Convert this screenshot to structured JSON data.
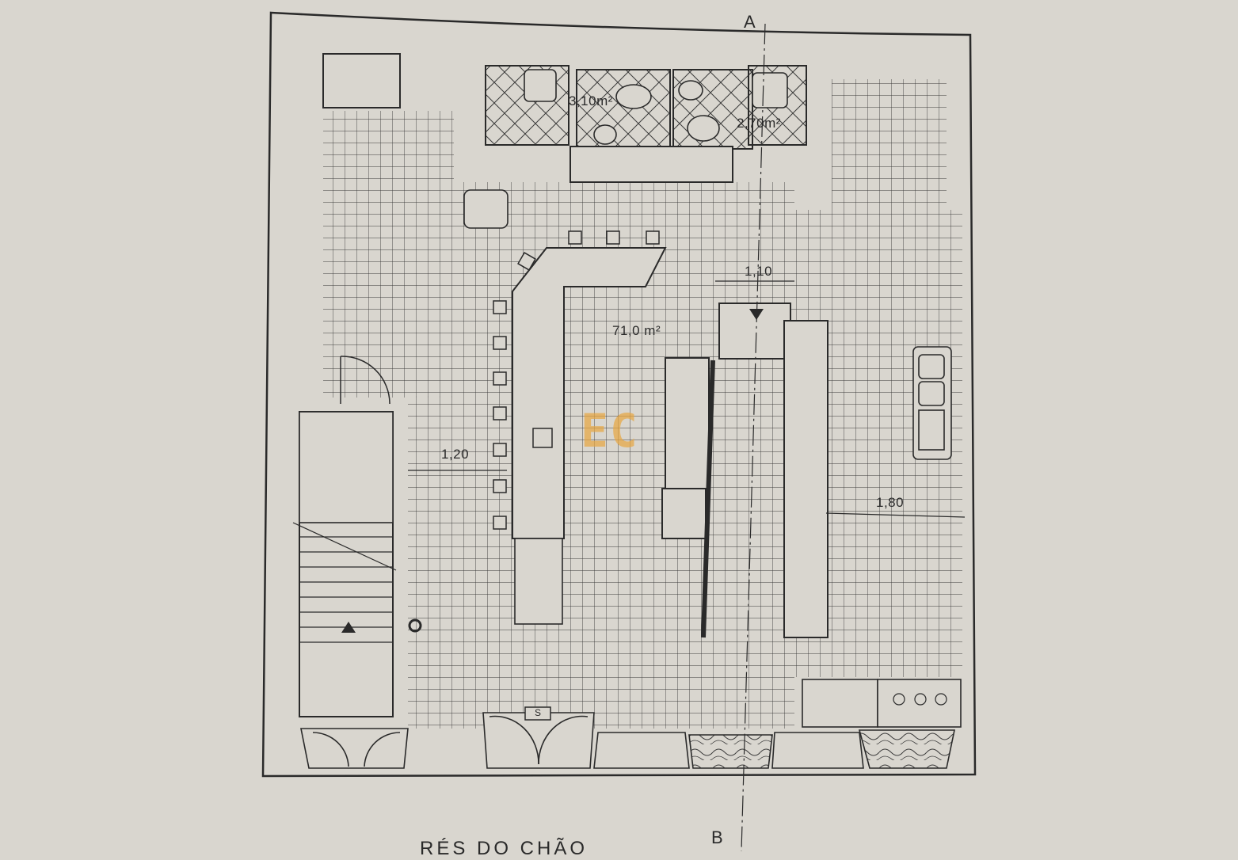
{
  "drawing": {
    "title": "RÉS DO CHÃO",
    "section_top": "A",
    "section_bottom": "B",
    "watermark": "EC"
  },
  "areas": {
    "wc_left": "3,10m²",
    "wc_right": "2,70m²",
    "main_room": "71,0 m²"
  },
  "dimensions": {
    "left_passage": "1,20",
    "top_gap": "1,10",
    "right_passage": "1,80"
  },
  "symbols": {
    "outlet_box": "S"
  },
  "colors": {
    "paper": "#d9d6cf",
    "ink": "#2a2a2a",
    "watermark": "#e8a640"
  }
}
